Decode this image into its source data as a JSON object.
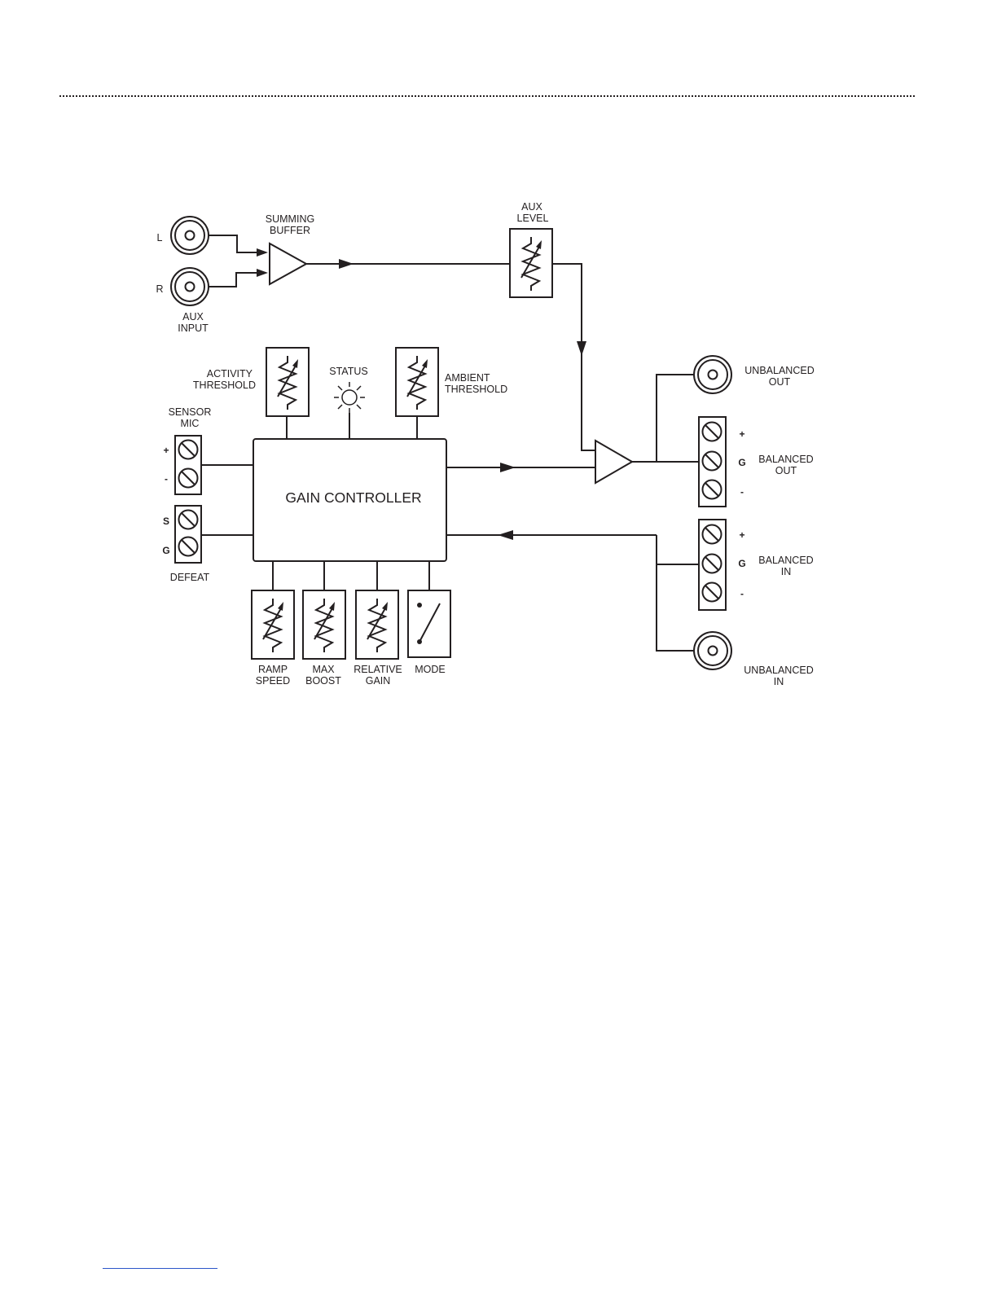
{
  "aux_input": {
    "left_label": "L",
    "right_label": "R",
    "label_1": "AUX",
    "label_2": "INPUT"
  },
  "summing_buffer": {
    "label_1": "SUMMING",
    "label_2": "BUFFER"
  },
  "aux_level": {
    "label_1": "AUX",
    "label_2": "LEVEL"
  },
  "activity_threshold": {
    "label_1": "ACTIVITY",
    "label_2": "THRESHOLD"
  },
  "status": {
    "label": "STATUS"
  },
  "ambient_threshold": {
    "label_1": "AMBIENT",
    "label_2": "THRESHOLD"
  },
  "sensor_mic": {
    "label_1": "SENSOR",
    "label_2": "MIC",
    "pin_plus": "+",
    "pin_minus": "-"
  },
  "defeat": {
    "label": "DEFEAT",
    "pin_s": "S",
    "pin_g": "G"
  },
  "gain_controller": {
    "label": "GAIN CONTROLLER"
  },
  "bottom_controls": [
    {
      "label_1": "RAMP",
      "label_2": "SPEED"
    },
    {
      "label_1": "MAX",
      "label_2": "BOOST"
    },
    {
      "label_1": "RELATIVE",
      "label_2": "GAIN"
    },
    {
      "label_1": "MODE",
      "label_2": ""
    }
  ],
  "unbalanced_out": {
    "label_1": "UNBALANCED",
    "label_2": "OUT"
  },
  "balanced_out": {
    "label_1": "BALANCED",
    "label_2": "OUT",
    "pin_plus": "+",
    "pin_g": "G",
    "pin_minus": "-"
  },
  "balanced_in": {
    "label_1": "BALANCED",
    "label_2": "IN",
    "pin_plus": "+",
    "pin_g": "G",
    "pin_minus": "-"
  },
  "unbalanced_in": {
    "label_1": "UNBALANCED",
    "label_2": "IN"
  },
  "colors": {
    "ink": "#231f20",
    "link_rule": "#2b55c8"
  }
}
